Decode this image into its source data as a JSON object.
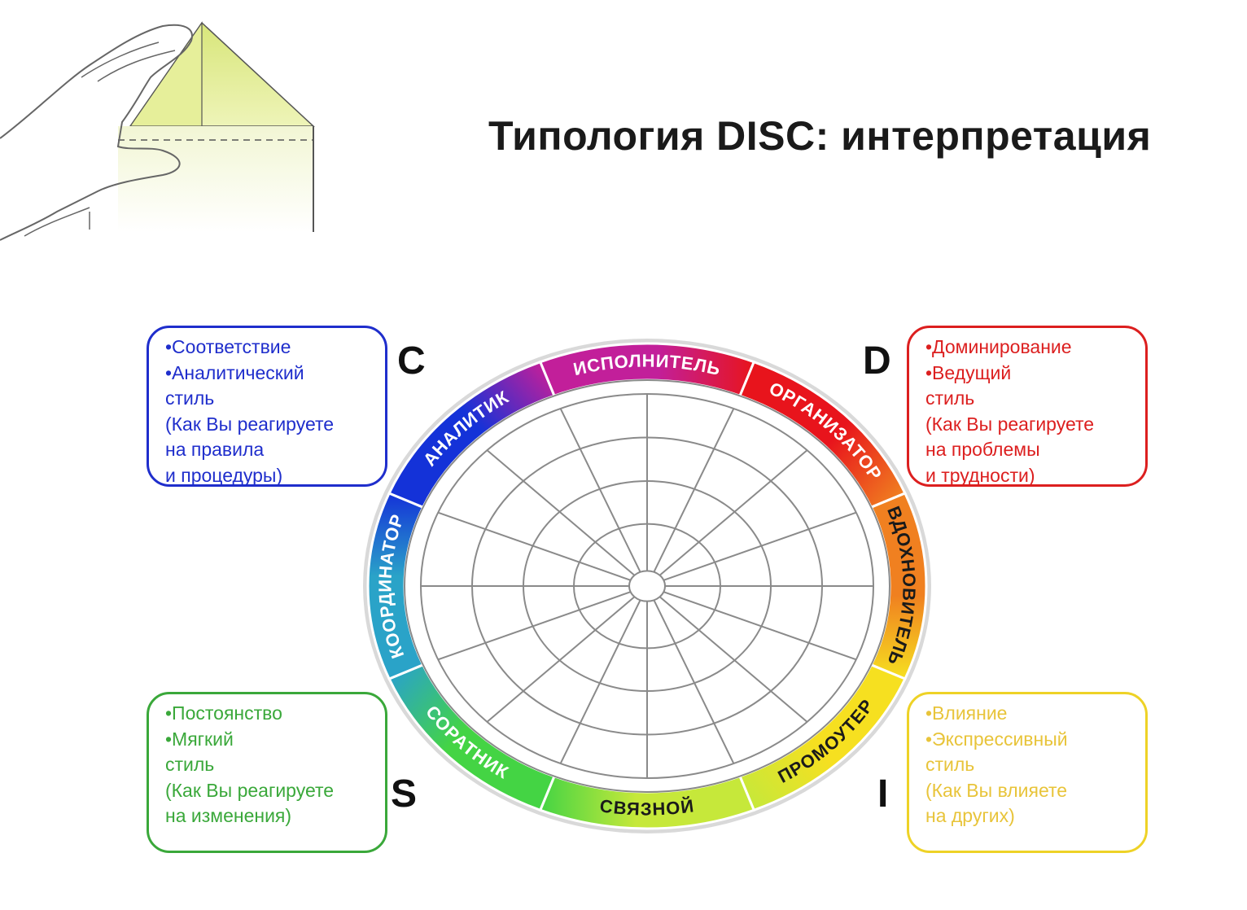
{
  "title": "Типология DISC: интерпретация",
  "quadrants": {
    "C": {
      "letter": "C",
      "color": "#1f2ecc",
      "lines": [
        "•Соответствие",
        "•Аналитический",
        "стиль",
        "(Как Вы реагируете",
        "на правила",
        "и процедуры)"
      ]
    },
    "D": {
      "letter": "D",
      "color": "#dc1f1f",
      "lines": [
        "•Доминирование",
        "•Ведущий",
        "стиль",
        "(Как Вы реагируете",
        "на проблемы",
        "и трудности)"
      ]
    },
    "S": {
      "letter": "S",
      "color": "#3aa83a",
      "lines": [
        "•Постоянство",
        "•Мягкий",
        "стиль",
        "(Как Вы реагируете",
        "на изменения)"
      ]
    },
    "I": {
      "letter": "I",
      "color": "#eed226",
      "lines": [
        "•Влияние",
        "•Экспрессивный",
        "стиль",
        "(Как Вы влияете",
        "на других)"
      ]
    }
  },
  "wheel": {
    "segments": [
      {
        "label": "ИСПОЛНИТЕЛЬ",
        "color": "#c21f9a"
      },
      {
        "label": "ОРГАНИЗАТОР",
        "color": "#e8141c"
      },
      {
        "label": "ВДОХНОВИТЕЛЬ",
        "color": "#f08020"
      },
      {
        "label": "ПРОМОУТЕР",
        "color": "#f6e020"
      },
      {
        "label": "СВЯЗНОЙ",
        "color": "#c6e83a"
      },
      {
        "label": "СОРАТНИК",
        "color": "#44d444"
      },
      {
        "label": "КООРДИНАТОР",
        "color": "#2aa3c8"
      },
      {
        "label": "АНАЛИТИК",
        "color": "#1432d8"
      }
    ],
    "line_color": "#8a8a8a"
  }
}
